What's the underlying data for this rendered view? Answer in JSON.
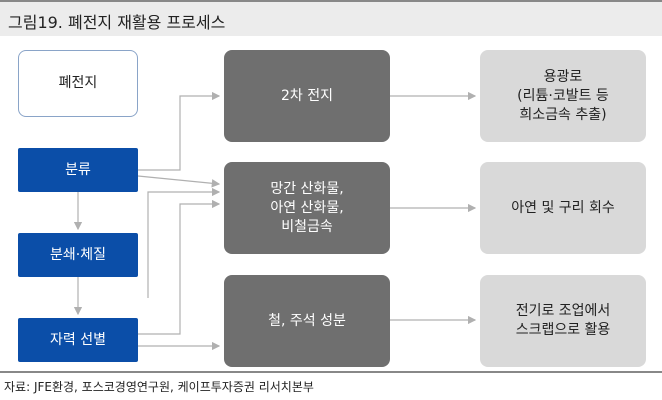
{
  "title": "그림19. 폐전지 재활용 프로세스",
  "boxes": {
    "waste_battery": "폐전지",
    "sorting": "분류",
    "crushing": "분쇄·체질",
    "magnetic": "자력 선별",
    "secondary_battery": "2차 전지",
    "manganese_zinc": "망간 산화물,\n아연 산화물,\n비철금속",
    "iron_zinc": "철, 주석 성분",
    "smelter": "용광로\n(리튬·코발트 등\n희소금속 추출)",
    "zinc_copper": "아연 및 구리 회수",
    "electric_furnace": "전기로 조업에서\n스크랩으로 활용"
  },
  "source": "자료: JFE환경, 포스코경영연구원, 케이프투자증권 리서치본부",
  "colors": {
    "blue": "#0b4ea8",
    "dark_gray": "#6f6f6f",
    "light_gray": "#d9d9d9",
    "arrow": "#b0b0b0"
  }
}
